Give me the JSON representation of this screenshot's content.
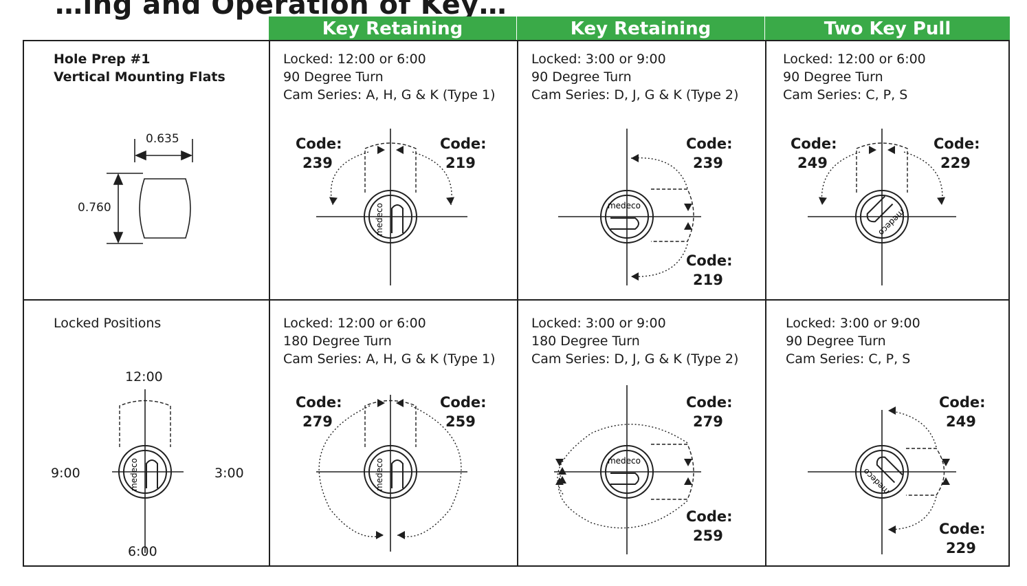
{
  "title": "…ing and Operation of Key…",
  "headers": [
    "Key Retaining",
    "Key Retaining",
    "Two Key Pull"
  ],
  "row1": {
    "left": {
      "line1": "Hole Prep #1",
      "line2": "Vertical Mounting Flats",
      "width": "0.635",
      "height": "0.760"
    },
    "c1": {
      "l1": "Locked: 12:00 or 6:00",
      "l2": "90 Degree Turn",
      "l3": "Cam Series: A, H, G & K (Type 1)",
      "codeA": "Code:",
      "numA": "239",
      "codeB": "Code:",
      "numB": "219"
    },
    "c2": {
      "l1": "Locked: 3:00 or 9:00",
      "l2": "90 Degree Turn",
      "l3": "Cam Series: D, J, G & K (Type 2)",
      "codeA": "Code:",
      "numA": "239",
      "codeB": "Code:",
      "numB": "219"
    },
    "c3": {
      "l1": "Locked: 12:00 or 6:00",
      "l2": "90 Degree Turn",
      "l3": "Cam Series: C, P, S",
      "codeA": "Code:",
      "numA": "249",
      "codeB": "Code:",
      "numB": "229"
    }
  },
  "row2": {
    "left": {
      "label": "Locked Positions",
      "t12": "12:00",
      "t3": "3:00",
      "t6": "6:00",
      "t9": "9:00"
    },
    "c1": {
      "l1": "Locked: 12:00 or 6:00",
      "l2": "180 Degree Turn",
      "l3": "Cam Series: A, H, G & K (Type 1)",
      "codeA": "Code:",
      "numA": "279",
      "codeB": "Code:",
      "numB": "259"
    },
    "c2": {
      "l1": "Locked: 3:00 or 9:00",
      "l2": "180 Degree Turn",
      "l3": "Cam Series: D, J, G & K (Type 2)",
      "codeA": "Code:",
      "numA": "279",
      "codeB": "Code:",
      "numB": "259"
    },
    "c3": {
      "l1": "Locked: 3:00 or 9:00",
      "l2": "90 Degree Turn",
      "l3": "Cam Series: C, P, S",
      "codeA": "Code:",
      "numA": "249",
      "codeB": "Code:",
      "numB": "229"
    }
  },
  "brand": "medeco",
  "colors": {
    "header_green": "#3aaa48",
    "line": "#1f1f1f"
  }
}
